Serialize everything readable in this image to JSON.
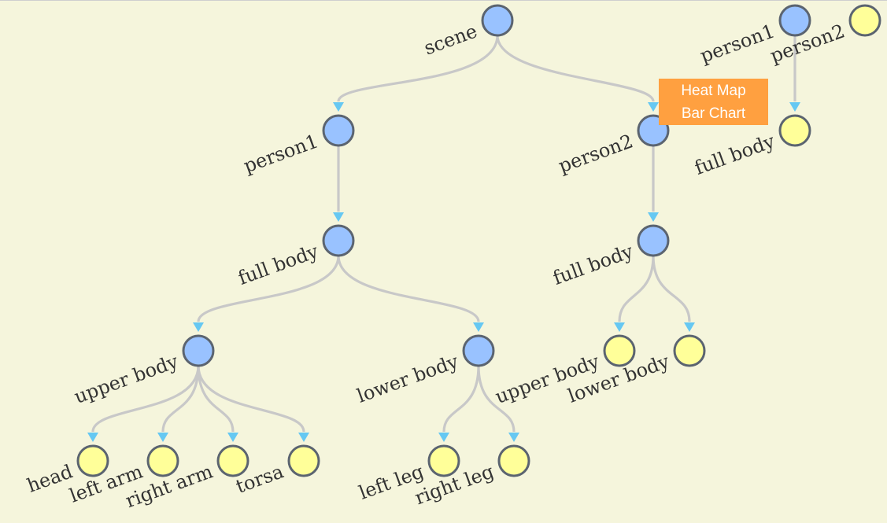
{
  "tree_main": {
    "root": "scene",
    "person1": "person1",
    "person1_full_body": "full body",
    "upper_body": "upper body",
    "lower_body": "lower body",
    "head": "head",
    "left_arm": "left arm",
    "right_arm": "right arm",
    "torsa": "torsa",
    "left_leg": "left leg",
    "right_leg": "right leg",
    "person2": "person2",
    "person2_full_body": "full body",
    "person2_upper_body": "upper body",
    "person2_lower_body": "lower body"
  },
  "tree_side": {
    "person1": "person1",
    "person2": "person2",
    "full_body": "full body"
  },
  "context_menu": {
    "items": [
      "Heat Map",
      "Bar Chart"
    ]
  },
  "colors": {
    "background": "#f5f5dc",
    "expanded_node": "#99c2ff",
    "leaf_node": "#ffff99",
    "node_stroke": "#5b6470",
    "link": "#c8c8c8",
    "arrow": "#66c8f2",
    "menu_background": "#ffa040"
  }
}
